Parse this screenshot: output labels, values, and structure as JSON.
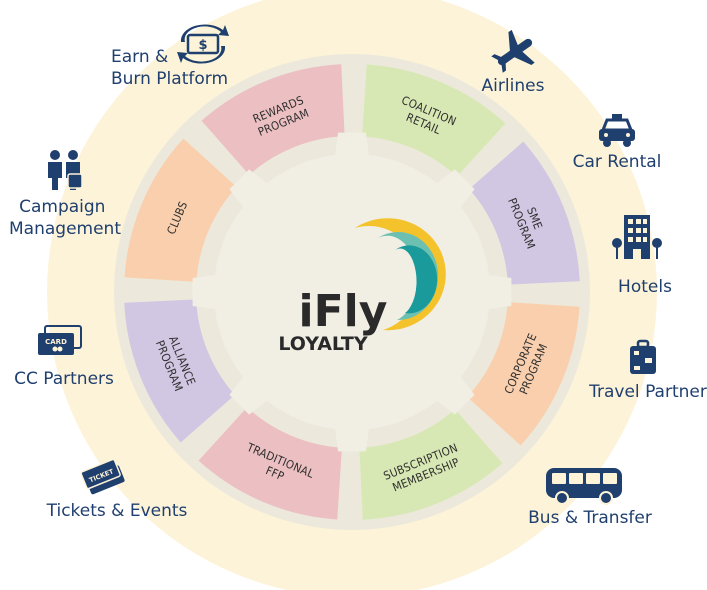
{
  "logo": {
    "line1": "iFly",
    "line2": "LOYALTY"
  },
  "segments": [
    {
      "lines": [
        "COALITION",
        "RETAIL"
      ],
      "color": "#d8e8b4"
    },
    {
      "lines": [
        "SME",
        "PROGRAM"
      ],
      "color": "#d2c7e3"
    },
    {
      "lines": [
        "CORPORATE",
        "PROGRAM"
      ],
      "color": "#f9cfad"
    },
    {
      "lines": [
        "SUBSCRIPTION",
        "MEMBERSHIP"
      ],
      "color": "#d8e8b4"
    },
    {
      "lines": [
        "TRADITIONAL",
        "FFP"
      ],
      "color": "#ecc0c2"
    },
    {
      "lines": [
        "ALLIANCE",
        "PROGRAM"
      ],
      "color": "#d2c7e3"
    },
    {
      "lines": [
        "CLUBS"
      ],
      "color": "#f9cfad"
    },
    {
      "lines": [
        "REWARDS",
        "PROGRAM"
      ],
      "color": "#ecc0c2"
    }
  ],
  "partners": [
    {
      "icon": "airplane-icon",
      "lines": [
        "Airlines"
      ]
    },
    {
      "icon": "car-icon",
      "lines": [
        "Car Rental"
      ]
    },
    {
      "icon": "hotel-icon",
      "lines": [
        "Hotels"
      ]
    },
    {
      "icon": "luggage-icon",
      "lines": [
        "Travel Partner"
      ]
    },
    {
      "icon": "bus-icon",
      "lines": [
        "Bus & Transfer"
      ]
    },
    {
      "icon": "ticket-icon",
      "lines": [
        "Tickets & Events"
      ]
    },
    {
      "icon": "credit-card-icon",
      "lines": [
        "CC Partners"
      ]
    },
    {
      "icon": "people-icon",
      "lines": [
        "Campaign",
        "Management"
      ]
    },
    {
      "icon": "money-exchange-icon",
      "lines": [
        "Earn &",
        "Burn Platform"
      ]
    }
  ],
  "icon_texts": {
    "card": "CARD",
    "ticket": "TICKET",
    "money": "$"
  },
  "colors": {
    "outer_ring": "#fdf3d8",
    "gear_ring": "#ece9dc",
    "hub": "#f1eee4",
    "icon": "#1f3f6e",
    "label": "#1f3f6e",
    "logo_yellow": "#f4c22b",
    "logo_teal": "#1a9a9a"
  }
}
